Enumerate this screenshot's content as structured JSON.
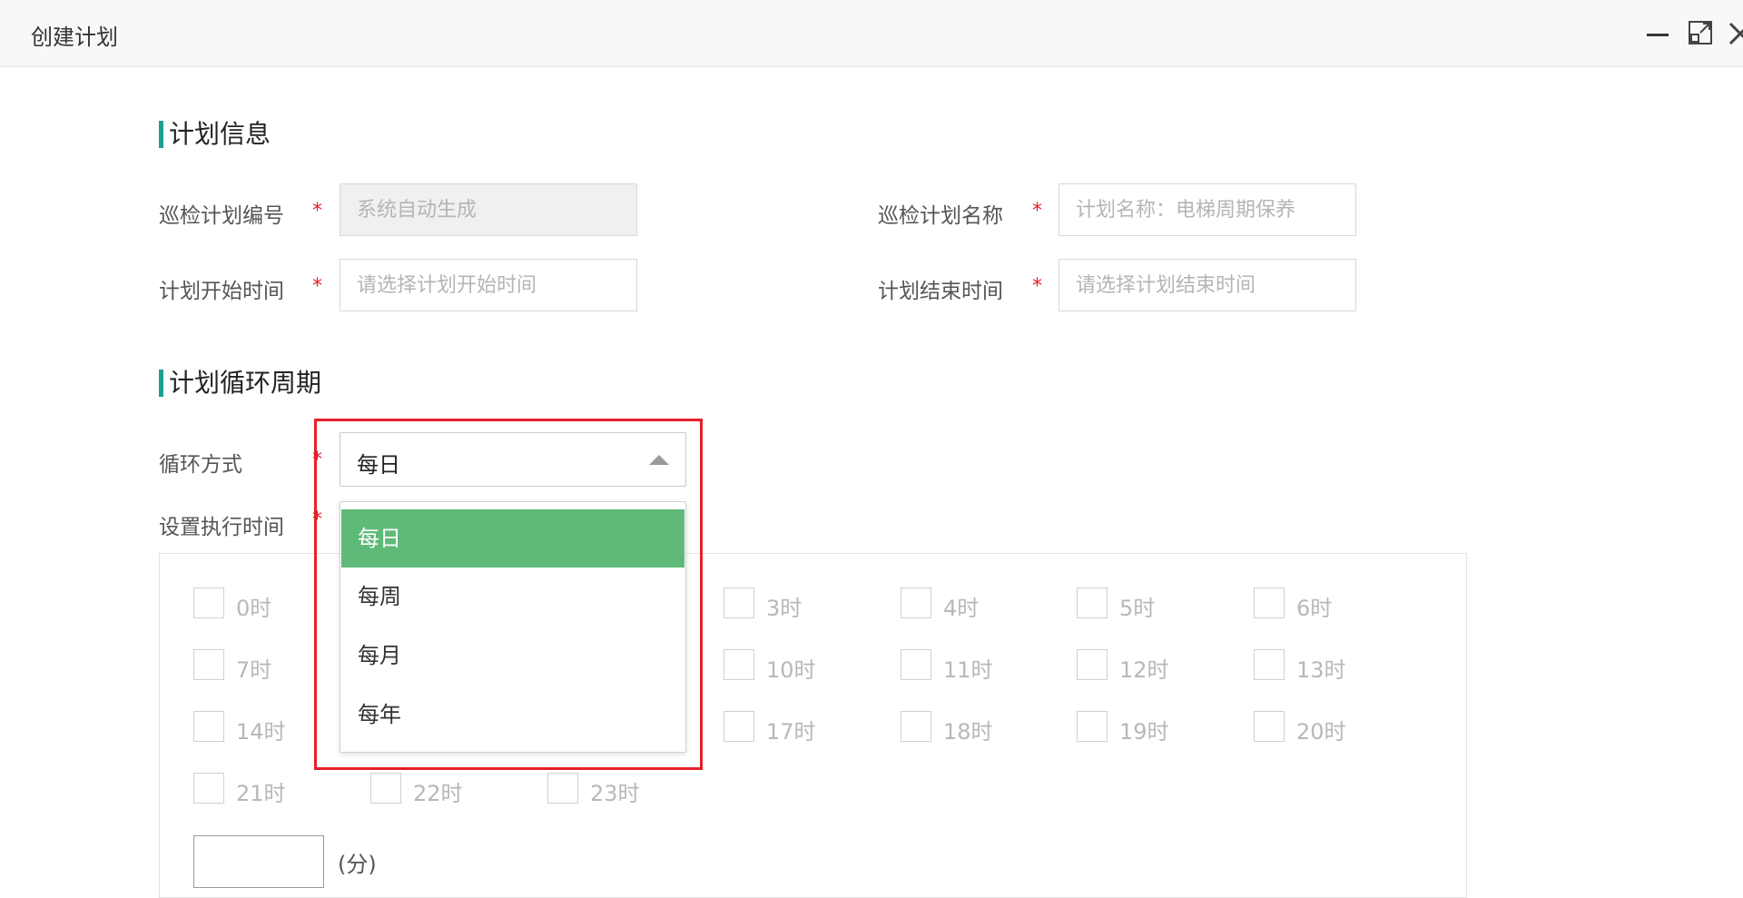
{
  "window": {
    "title": "创建计划"
  },
  "plan_info": {
    "section_title": "计划信息",
    "code": {
      "label": "巡检计划编号",
      "placeholder": "系统自动生成"
    },
    "name": {
      "label": "巡检计划名称",
      "placeholder": "计划名称：电梯周期保养"
    },
    "start": {
      "label": "计划开始时间",
      "placeholder": "请选择计划开始时间"
    },
    "end": {
      "label": "计划结束时间",
      "placeholder": "请选择计划结束时间"
    },
    "required_mark": "*"
  },
  "cycle": {
    "section_title": "计划循环周期",
    "mode_label": "循环方式",
    "mode_value": "每日",
    "options": [
      "每日",
      "每周",
      "每月",
      "每年"
    ],
    "exec_label": "设置执行时间",
    "hours": {
      "h0": "0时",
      "h3": "3时",
      "h4": "4时",
      "h5": "5时",
      "h6": "6时",
      "h7": "7时",
      "h10": "10时",
      "h11": "11时",
      "h12": "12时",
      "h13": "13时",
      "h14": "14时",
      "h17": "17时",
      "h18": "18时",
      "h19": "19时",
      "h20": "20时",
      "h21": "21时",
      "h22": "22时",
      "h23": "23时"
    },
    "minute_unit": "(分)"
  },
  "colors": {
    "accent": "#1aa18f",
    "selected_option": "#5fba7a",
    "required": "#e5202a",
    "highlight": "#e5202a"
  }
}
